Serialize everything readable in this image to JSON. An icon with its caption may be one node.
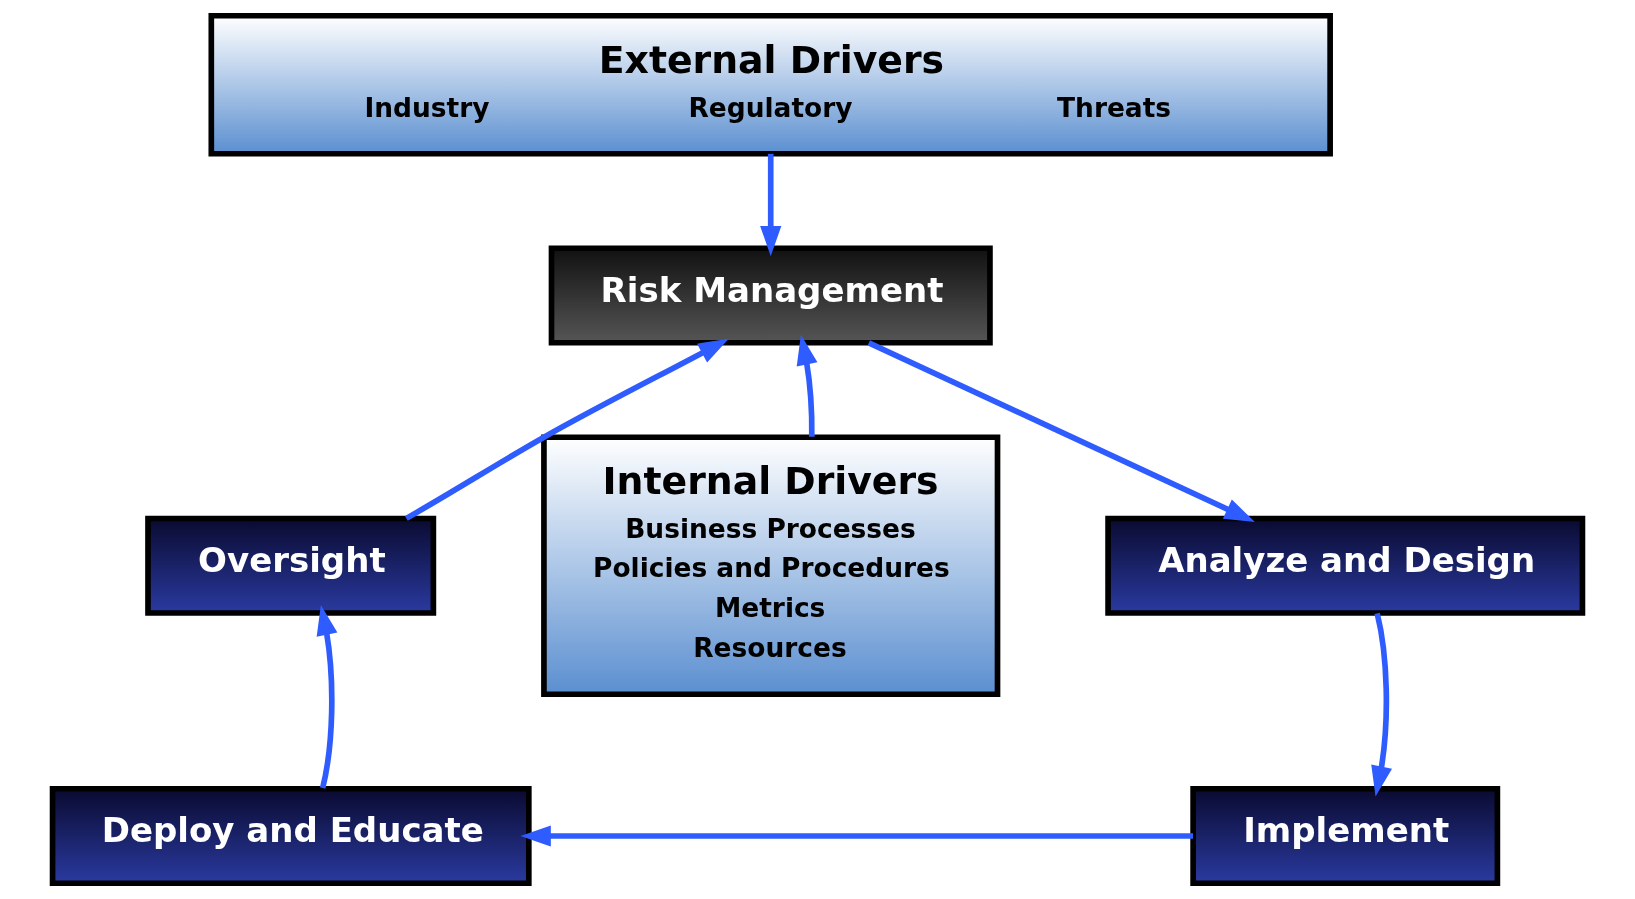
{
  "diagram": {
    "nodes": [
      {
        "text": [
          "External Drivers",
          "Industry",
          "Regulatory",
          "Threats"
        ]
      },
      {
        "text": [
          "Risk Management"
        ]
      },
      {
        "text": [
          "Internal Drivers",
          "Business Processes",
          "Policies and Procedures",
          "Metrics",
          "Resources"
        ]
      },
      {
        "text": [
          "Analyze and Design"
        ]
      },
      {
        "text": [
          "Implement"
        ]
      },
      {
        "text": [
          "Deploy and Educate"
        ]
      },
      {
        "text": [
          "Oversight"
        ]
      }
    ],
    "edges": [
      {
        "from": 0,
        "to": 1,
        "arrow": "to"
      },
      {
        "from": 2,
        "to": 1,
        "arrow": "to"
      },
      {
        "from": 1,
        "to": 3,
        "arrow": "to"
      },
      {
        "from": 3,
        "to": 4,
        "arrow": "to"
      },
      {
        "from": 4,
        "to": 5,
        "arrow": "to"
      },
      {
        "from": 5,
        "to": 6,
        "arrow": "to"
      },
      {
        "from": 6,
        "to": 1,
        "arrow": "to"
      }
    ]
  }
}
